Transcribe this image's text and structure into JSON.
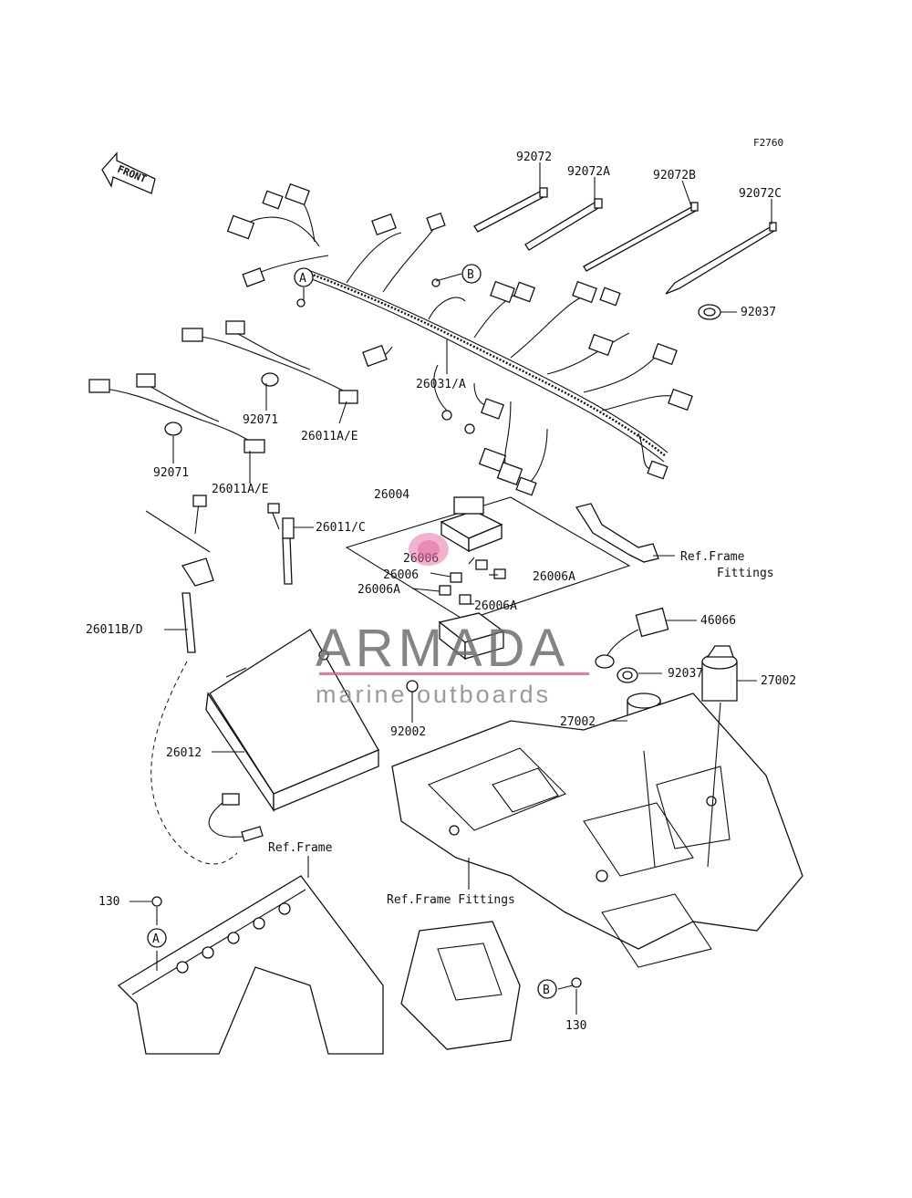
{
  "figure_id": "F2760",
  "front_label": "FRONT",
  "watermark": {
    "brand": "ARMADA",
    "tagline": "marine outboards",
    "accent_color": "#e05a95"
  },
  "callouts": [
    {
      "id": "c-92072",
      "text": "92072"
    },
    {
      "id": "c-92072A",
      "text": "92072A"
    },
    {
      "id": "c-92072B",
      "text": "92072B"
    },
    {
      "id": "c-92072C",
      "text": "92072C"
    },
    {
      "id": "c-92037-top",
      "text": "92037"
    },
    {
      "id": "c-26031A",
      "text": "26031/A"
    },
    {
      "id": "c-92071-a",
      "text": "92071"
    },
    {
      "id": "c-26011AE-a",
      "text": "26011A/E"
    },
    {
      "id": "c-92071-b",
      "text": "92071"
    },
    {
      "id": "c-26011AE-b",
      "text": "26011A/E"
    },
    {
      "id": "c-26004",
      "text": "26004"
    },
    {
      "id": "c-26011C",
      "text": "26011/C"
    },
    {
      "id": "c-ref-frame-fittings-1",
      "text": "Ref.Frame"
    },
    {
      "id": "c-ref-frame-fittings-2",
      "text": "Fittings"
    },
    {
      "id": "c-26006-a",
      "text": "26006"
    },
    {
      "id": "c-26006-b",
      "text": "26006"
    },
    {
      "id": "c-26006A-a",
      "text": "26006A"
    },
    {
      "id": "c-26006A-b",
      "text": "26006A"
    },
    {
      "id": "c-26006A-c",
      "text": "26006A"
    },
    {
      "id": "c-26011BD",
      "text": "26011B/D"
    },
    {
      "id": "c-46066",
      "text": "46066"
    },
    {
      "id": "c-92037-mid",
      "text": "92037"
    },
    {
      "id": "c-27002-a",
      "text": "27002"
    },
    {
      "id": "c-27002-b",
      "text": "27002"
    },
    {
      "id": "c-92002",
      "text": "92002"
    },
    {
      "id": "c-26012",
      "text": "26012"
    },
    {
      "id": "c-ref-frame",
      "text": "Ref.Frame"
    },
    {
      "id": "c-ref-frame-fittings-3",
      "text": "Ref.Frame Fittings"
    },
    {
      "id": "c-130-a",
      "text": "130"
    },
    {
      "id": "c-130-b",
      "text": "130"
    }
  ],
  "markers": [
    {
      "id": "m-A-top",
      "text": "A"
    },
    {
      "id": "m-B-top",
      "text": "B"
    },
    {
      "id": "m-A-bottom",
      "text": "A"
    },
    {
      "id": "m-B-bottom",
      "text": "B"
    }
  ]
}
